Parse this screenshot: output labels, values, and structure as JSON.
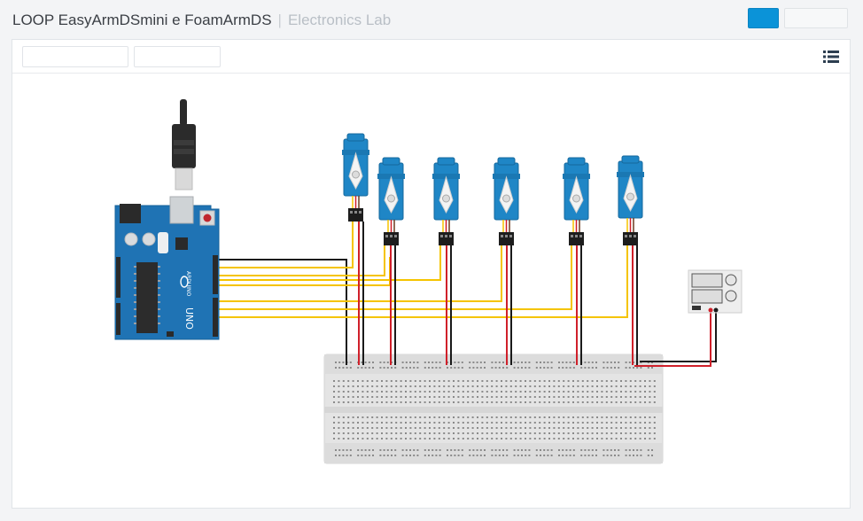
{
  "header": {
    "title": "LOOP EasyArmDSmini e FoamArmDS",
    "separator": "|",
    "subtitle": "Electronics Lab"
  },
  "arduino": {
    "model": "UNO",
    "brand": "ARDUINO"
  },
  "colors": {
    "accent": "#0b93d8",
    "arduino_blue": "#1f73b4",
    "servo_blue": "#1f86c6",
    "signal_wire": "#f5c400",
    "power_wire": "#d0202a",
    "ground_wire": "#1a1a1a"
  },
  "icons": {
    "list": "list-icon"
  }
}
